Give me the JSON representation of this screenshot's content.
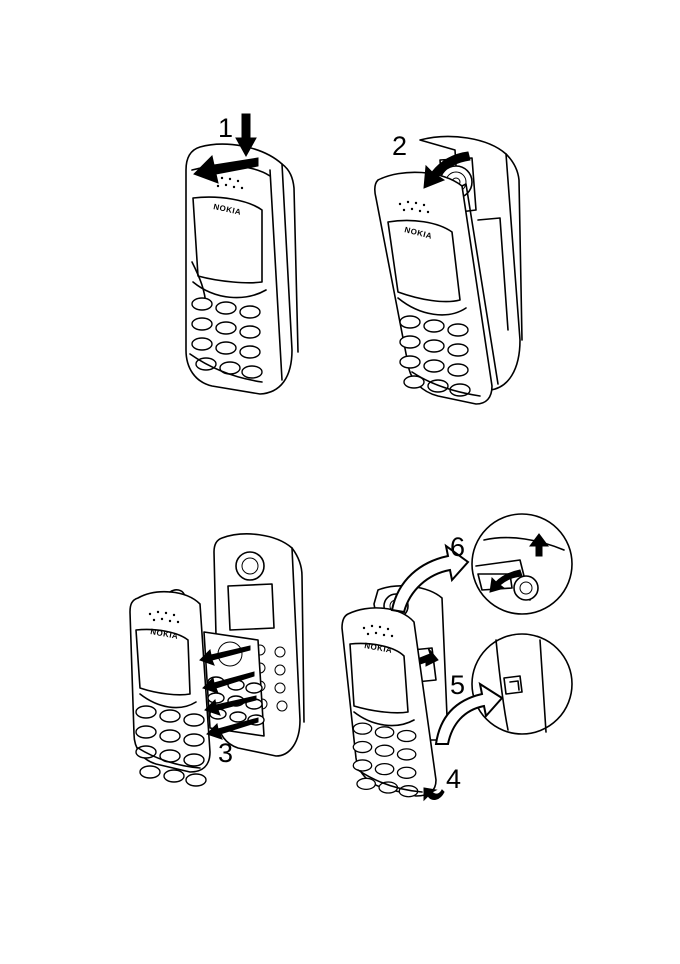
{
  "figures": {
    "step1": {
      "number": "1",
      "brand": "NOKIA"
    },
    "step2": {
      "number": "2",
      "brand": "NOKIA"
    },
    "step3": {
      "number": "3",
      "brand": "NOKIA"
    },
    "step4": {
      "number": "4"
    },
    "step5": {
      "number": "5"
    },
    "step6": {
      "number": "6",
      "brand": "NOKIA"
    }
  },
  "colors": {
    "ink": "#000000",
    "paper": "#ffffff"
  }
}
